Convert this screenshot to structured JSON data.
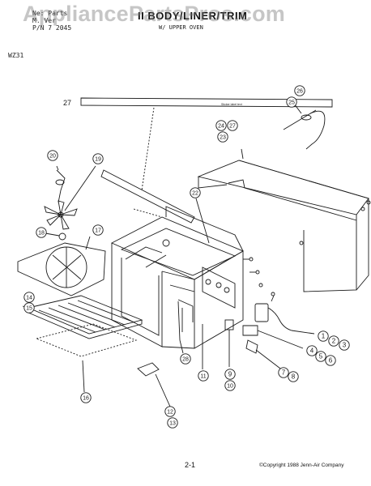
{
  "header": {
    "lines": [
      "Ne: Parts",
      "M. Ver",
      "P/N 7 2045"
    ],
    "title": "II BODY/LINER/TRIM",
    "subtitle": "W/ UPPER OVEN"
  },
  "watermark": "AppliancePartsPros.com",
  "model": "WZ31",
  "strip_label": "27",
  "strip_fine_print": "Sticker label text",
  "callouts": [
    "1",
    "2",
    "3",
    "4",
    "5",
    "6",
    "7",
    "8",
    "9",
    "10",
    "11",
    "12",
    "13",
    "14",
    "15",
    "16",
    "17",
    "18",
    "19",
    "20",
    "22",
    "23",
    "24",
    "25",
    "26",
    "27",
    "28"
  ],
  "footer": {
    "page": "2-1",
    "copyright": "©Copyright 1988 Jenn-Air Company"
  },
  "colors": {
    "ink": "#1a1a1a",
    "paper": "#ffffff",
    "watermark": "#8a8a8a"
  }
}
